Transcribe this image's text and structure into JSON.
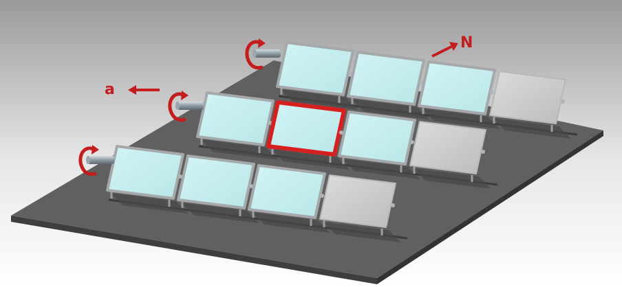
{
  "labels": {
    "direction_a": "a",
    "direction_n": "N"
  },
  "colors": {
    "background_top": "#9b9b9b",
    "background_bottom": "#ffffff",
    "platform": "#5f5f5f",
    "panel_glass": "#c6eef0",
    "panel_frame": "#a5a9ab",
    "inactive_panel": "#cfcfcf",
    "highlight_frame": "#d62020",
    "arrow": "#c31d1d"
  },
  "rows": [
    {
      "panels": [
        "active",
        "active",
        "active",
        "inactive"
      ]
    },
    {
      "panels": [
        "active",
        "highlighted",
        "active",
        "inactive"
      ]
    },
    {
      "panels": [
        "active",
        "active",
        "active",
        "inactive"
      ]
    }
  ]
}
